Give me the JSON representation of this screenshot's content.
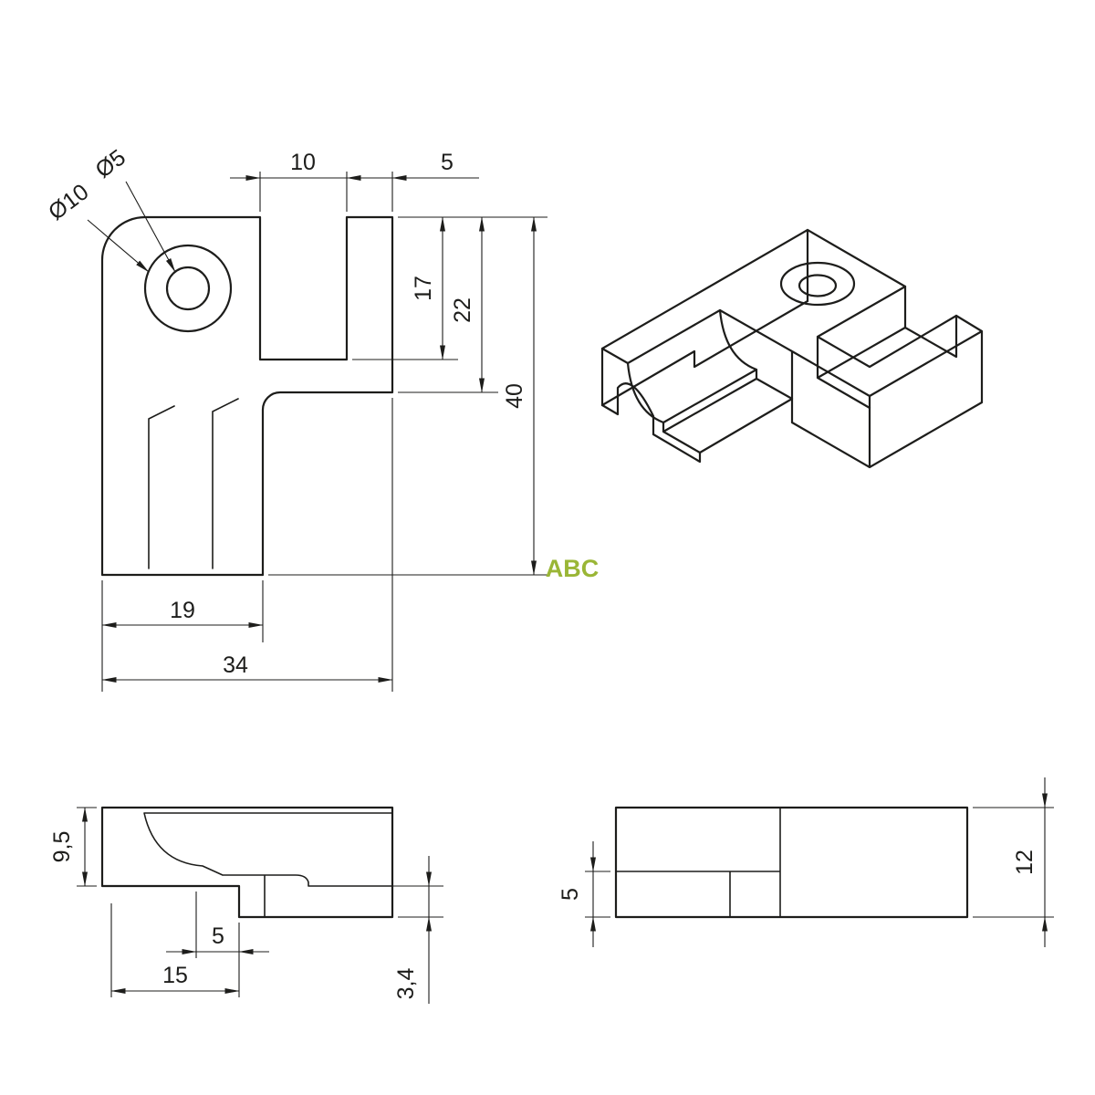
{
  "watermark": {
    "text": "ABC",
    "color": "#9ab636"
  },
  "views": {
    "main_view": {
      "labels": {
        "slot_width": "10",
        "tab_width": "5",
        "slot_depth": "17",
        "block_depth": "22",
        "total_depth": "40",
        "leg_width": "19",
        "total_width": "34",
        "hole_outer_dia": "Ø10",
        "hole_inner_dia": "Ø5"
      }
    },
    "front_view": {
      "labels": {
        "hook_height": "9,5",
        "lip_width": "5",
        "hook_reach": "15",
        "lip_height": "3,4"
      }
    },
    "side_view": {
      "labels": {
        "recess_height": "5",
        "total_height": "12"
      }
    }
  }
}
